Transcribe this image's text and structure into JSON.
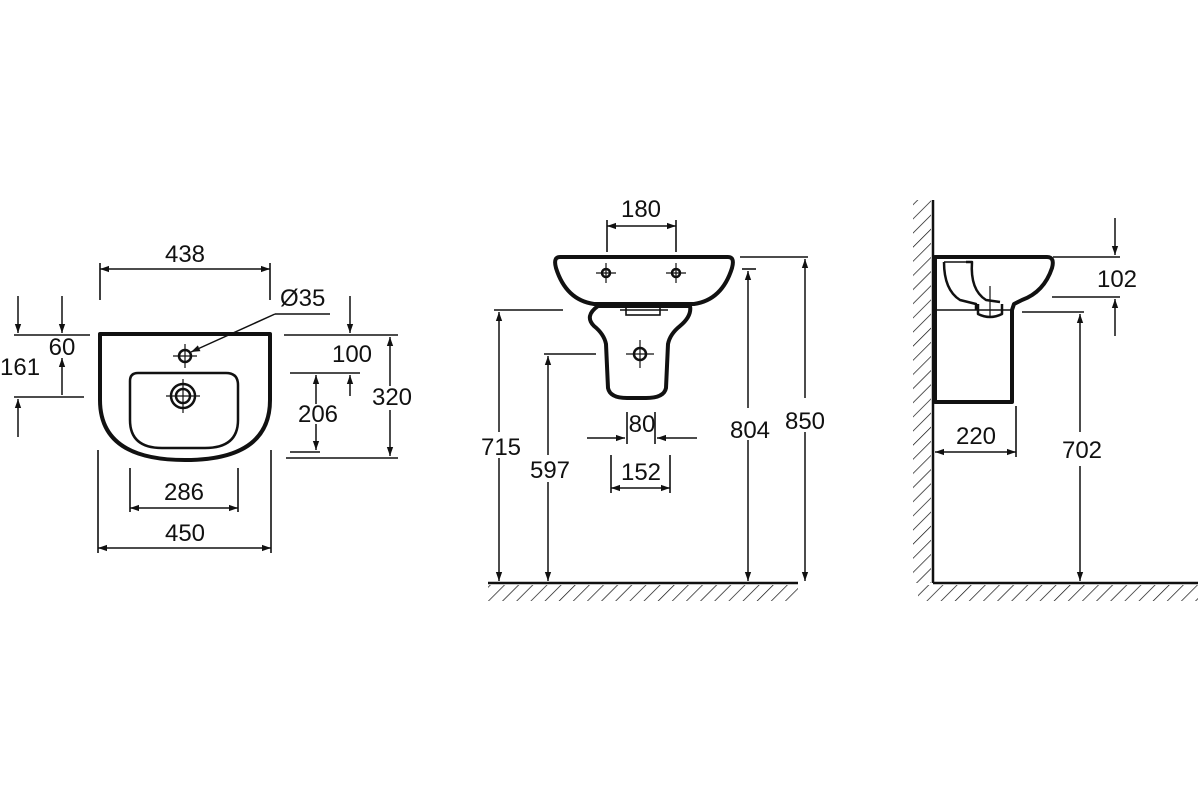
{
  "dimensions": {
    "top_view": {
      "overall_width_rim": "438",
      "overall_width": "450",
      "bowl_width": "286",
      "tap_hole_diameter": "Ø35",
      "front_to_back": "320",
      "tap_hole_to_back": "100",
      "bowl_depth": "206",
      "fixing_offset": "60",
      "fixing_to_back": "161"
    },
    "front_view": {
      "tap_spacing": "180",
      "pedestal_width_inner": "80",
      "pedestal_width_base": "152",
      "underside_height": "715",
      "waste_height": "597",
      "rim_height": "804",
      "overall_height": "850"
    },
    "side_view": {
      "rim_depth": "102",
      "projection": "220",
      "fixing_height": "702"
    }
  }
}
